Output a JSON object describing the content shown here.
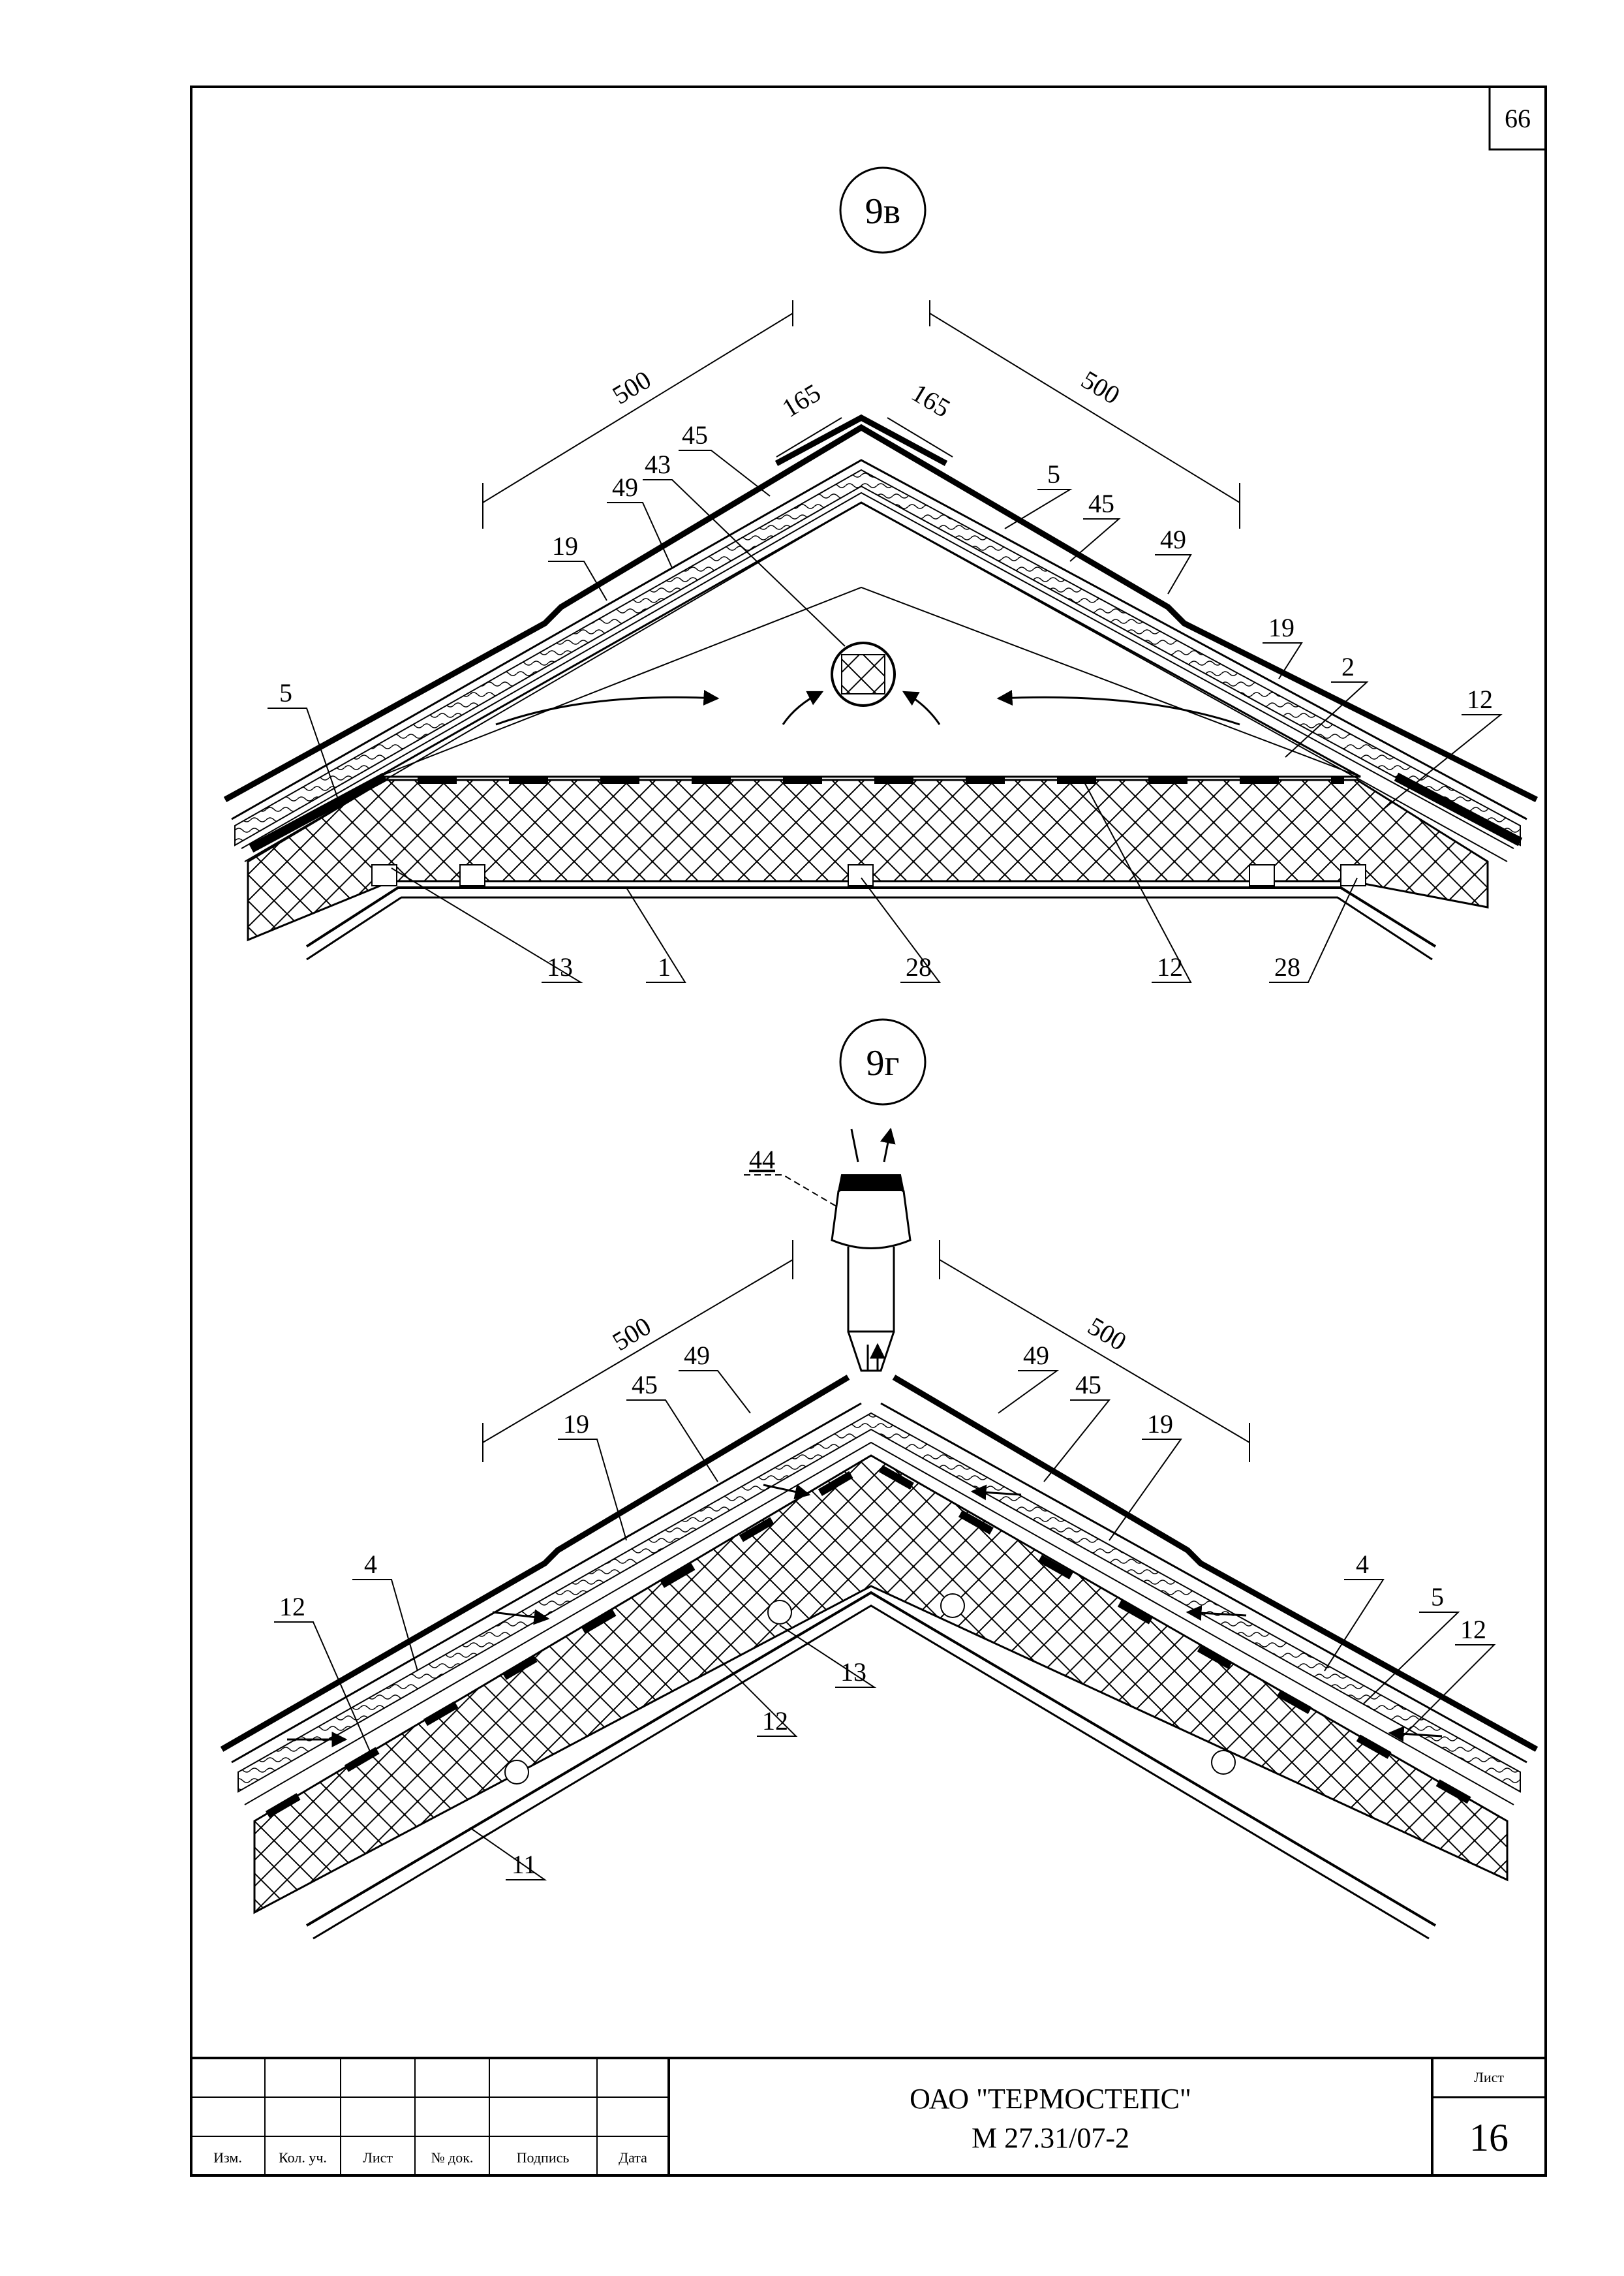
{
  "page": {
    "page_number": "66",
    "sheet_label": "Лист",
    "sheet_number": "16",
    "company": "ОАО \"ТЕРМОСТЕПС\"",
    "doc_code": "М 27.31/07-2"
  },
  "title_block": {
    "columns": [
      "Изм.",
      "Кол. уч.",
      "Лист",
      "№ док.",
      "Подпись",
      "Дата"
    ]
  },
  "details": {
    "top": {
      "marker": "9в",
      "dims": {
        "left": "500",
        "left_ridge": "165",
        "right_ridge": "165",
        "right": "500"
      },
      "callouts": {
        "c45_left": "45",
        "c43": "43",
        "c49_left": "49",
        "c19_left": "19",
        "c5_left": "5",
        "c5_right": "5",
        "c45_right": "45",
        "c49_right": "49",
        "c19_right": "19",
        "c2": "2",
        "c12_right": "12",
        "c13": "13",
        "c1": "1",
        "c28_mid": "28",
        "c12_bottom": "12",
        "c28_right": "28"
      }
    },
    "bottom": {
      "marker": "9г",
      "dims": {
        "left": "500",
        "right": "500"
      },
      "callouts": {
        "c44": "44",
        "c49_left": "49",
        "c45_left": "45",
        "c19_left": "19",
        "c4_left": "4",
        "c12_left": "12",
        "c12_mid": "12",
        "c13": "13",
        "c11": "11",
        "c49_right": "49",
        "c45_right": "45",
        "c19_right": "19",
        "c4_right": "4",
        "c5_right": "5",
        "c12_right": "12"
      }
    }
  }
}
